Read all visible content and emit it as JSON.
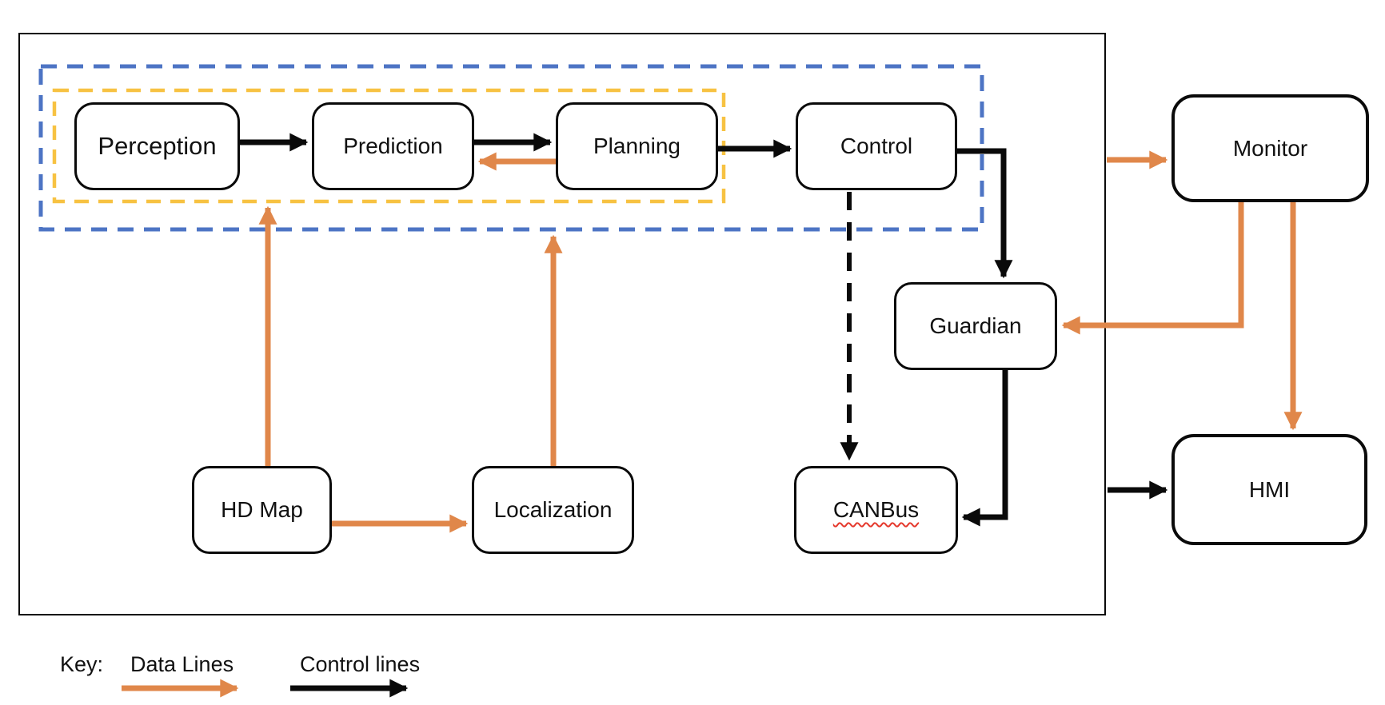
{
  "colors": {
    "data_line": "#E0874A",
    "control_line": "#0a0a0a",
    "module_group_border": "#4D74C4",
    "pipeline_group_border": "#F7C242",
    "spellcheck_underline": "#e5392d",
    "node_border": "#0a0a0a"
  },
  "nodes": {
    "perception": {
      "label": "Perception"
    },
    "prediction": {
      "label": "Prediction"
    },
    "planning": {
      "label": "Planning"
    },
    "control": {
      "label": "Control"
    },
    "hd_map": {
      "label": "HD Map"
    },
    "localization": {
      "label": "Localization"
    },
    "canbus": {
      "label": "CANBus"
    },
    "guardian": {
      "label": "Guardian"
    },
    "monitor": {
      "label": "Monitor"
    },
    "hmi": {
      "label": "HMI"
    }
  },
  "edges": [
    {
      "from": "Perception",
      "to": "Prediction",
      "type": "control"
    },
    {
      "from": "Prediction",
      "to": "Planning",
      "type": "control"
    },
    {
      "from": "Planning",
      "to": "Control",
      "type": "control"
    },
    {
      "from": "Planning",
      "to": "Prediction",
      "type": "data"
    },
    {
      "from": "Control",
      "to": "Guardian",
      "type": "control"
    },
    {
      "from": "Control",
      "to": "CANBus",
      "type": "control-dashed"
    },
    {
      "from": "Guardian",
      "to": "CANBus",
      "type": "control"
    },
    {
      "from": "HD Map",
      "to": "pipeline-group",
      "type": "data"
    },
    {
      "from": "HD Map",
      "to": "Localization",
      "type": "data"
    },
    {
      "from": "Localization",
      "to": "module-group",
      "type": "data"
    },
    {
      "from": "system-boundary",
      "to": "Monitor",
      "type": "data"
    },
    {
      "from": "Monitor",
      "to": "Guardian",
      "type": "data"
    },
    {
      "from": "Monitor",
      "to": "HMI",
      "type": "data"
    },
    {
      "from": "system-boundary",
      "to": "HMI",
      "type": "control"
    }
  ],
  "legend": {
    "key_label": "Key:",
    "items": [
      {
        "label": "Data Lines",
        "type": "data"
      },
      {
        "label": "Control lines",
        "type": "control"
      }
    ]
  }
}
